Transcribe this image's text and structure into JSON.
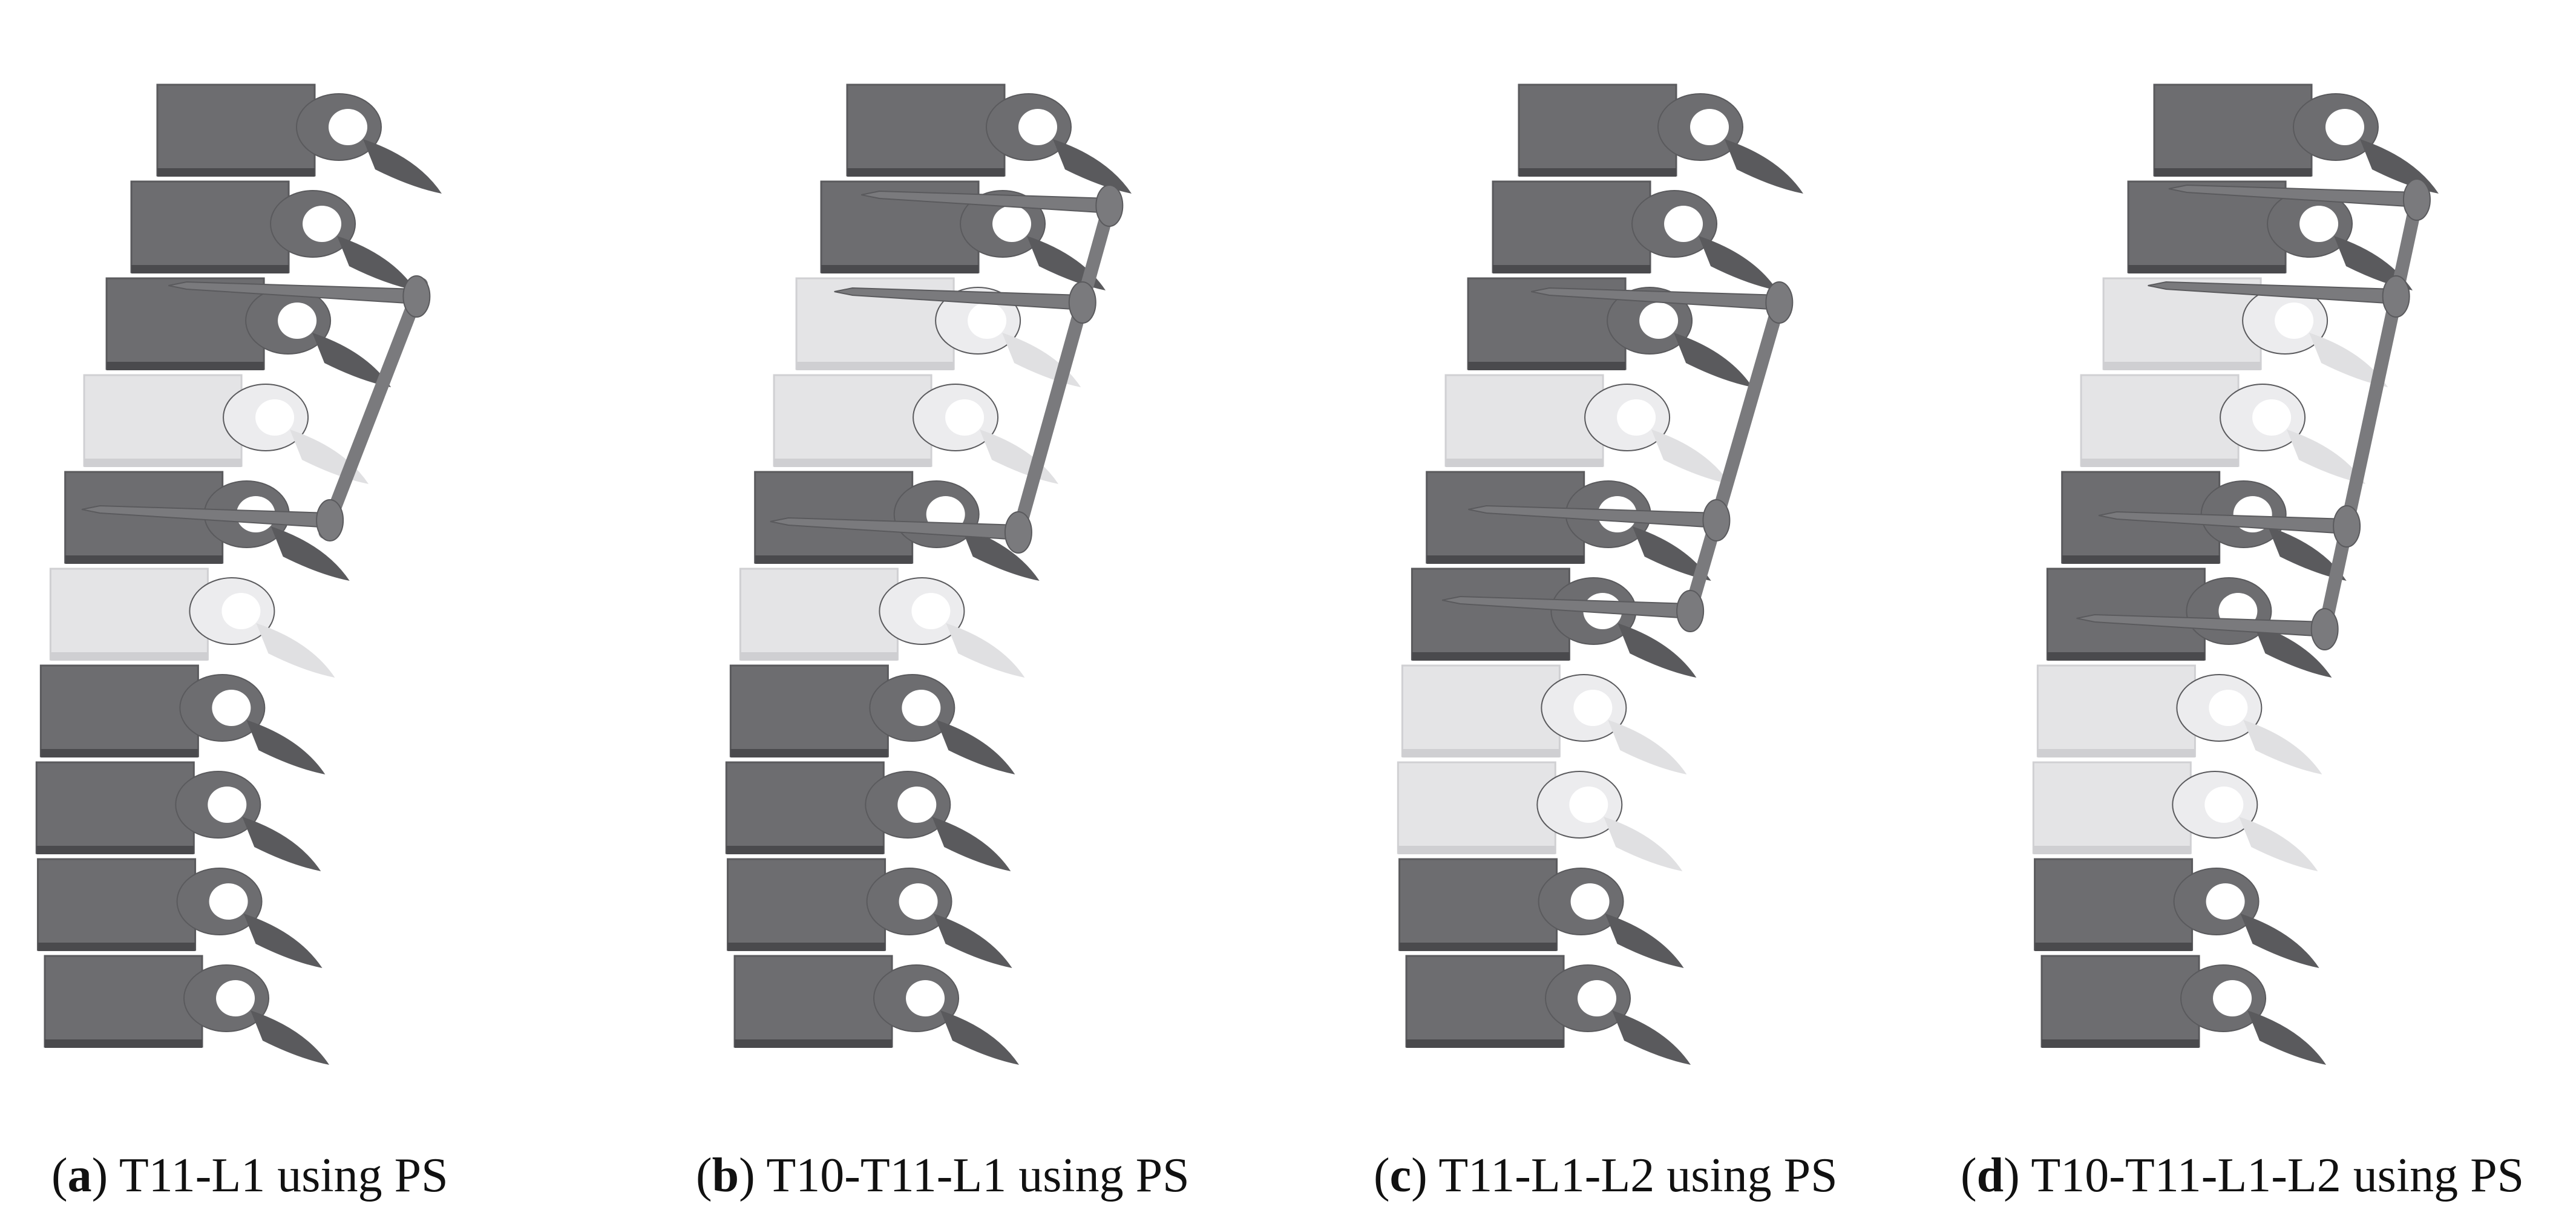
{
  "panels": [
    {
      "letter": "a",
      "label": "T11-L1 using PS"
    },
    {
      "letter": "b",
      "label": "T10-T11-L1 using PS"
    },
    {
      "letter": "c",
      "label": "T11-L1-L2 using PS"
    },
    {
      "letter": "d",
      "label": "T10-T11-L1-L2 using PS"
    }
  ],
  "colors": {
    "bone": "#6d6d70",
    "bone_dark": "#5a5a5d",
    "bone_light": "#e4e4e6",
    "disc": "#4a4a4d",
    "screw": "#7a7a7d",
    "background": "#ffffff"
  }
}
